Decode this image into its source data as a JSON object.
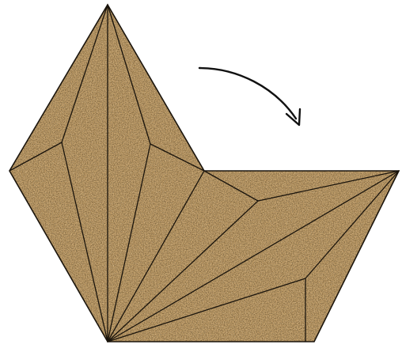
{
  "figure": {
    "subject": "origami-fold-step",
    "material": "cork-texture",
    "colors": {
      "background": "#ffffff",
      "paper_base": "#c4a06a",
      "paper_dark": "#8a6836",
      "paper_light": "#e0c38d",
      "crease_line": "#1a140c",
      "arrow": "#111111"
    },
    "icons": {
      "fold_arrow": "curved-arrow-clockwise"
    }
  }
}
